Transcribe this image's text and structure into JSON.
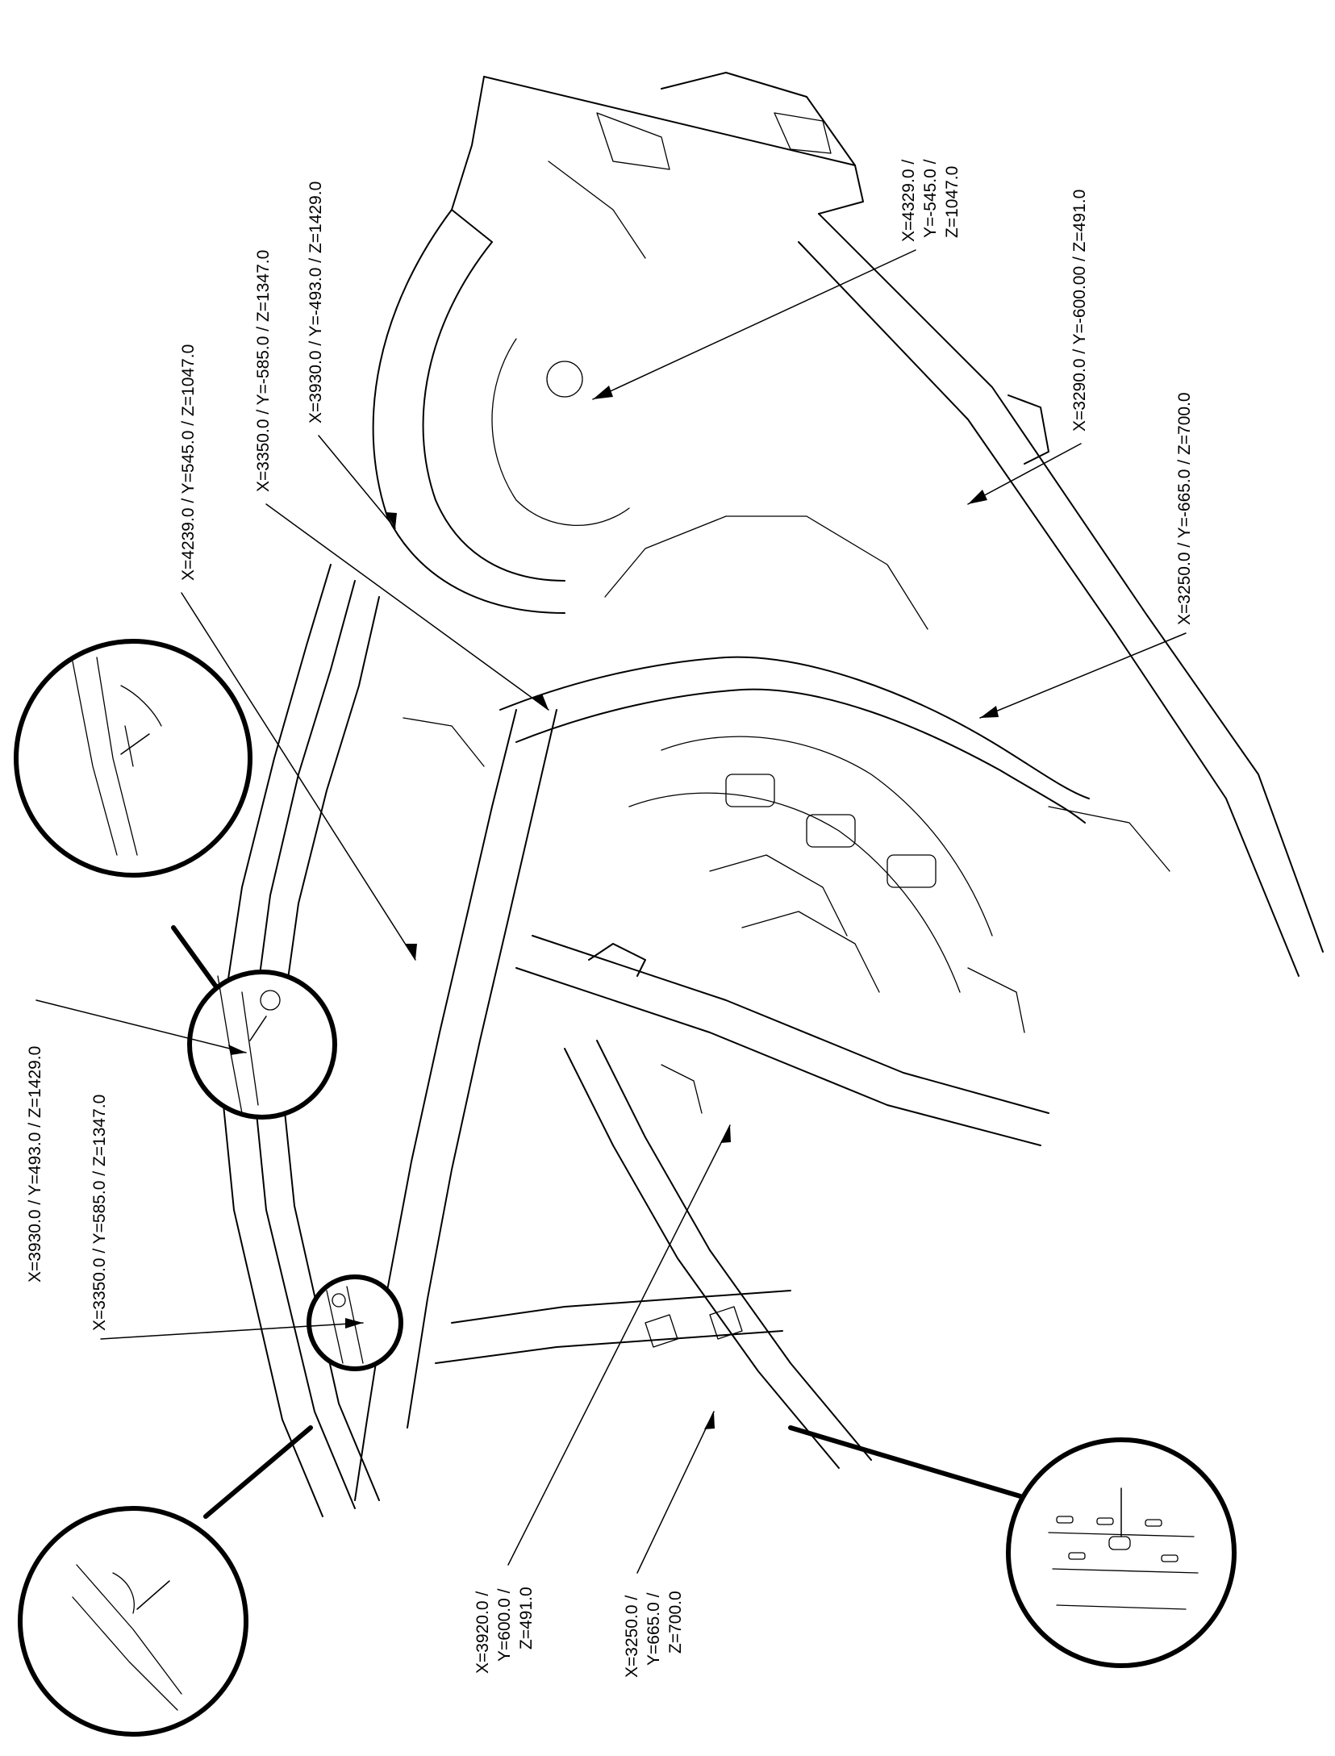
{
  "callouts": [
    {
      "id": "c1",
      "text": "X=4329.0 /"
    },
    {
      "id": "c2",
      "text": "Y=-545.0 /"
    },
    {
      "id": "c3",
      "text": "Z=1047.0"
    },
    {
      "id": "c4",
      "text": "X=3290.0 / Y=-600.00 / Z=491.0"
    },
    {
      "id": "c5",
      "text": "X=3930.0 / Y=-493.0 / Z=1429.0"
    },
    {
      "id": "c6",
      "text": "X=3350.0 / Y=-585.0 / Z=1347.0"
    },
    {
      "id": "c7",
      "text": "X=4239.0 / Y=545.0 / Z=1047.0"
    },
    {
      "id": "c8",
      "text": "X=3250.0 / Y=-665.0 / Z=700.0"
    },
    {
      "id": "c9",
      "text": "X=3930.0 / Y=493.0 / Z=1429.0"
    },
    {
      "id": "c10",
      "text": "X=3350.0 / Y=585.0 / Z=1347.0"
    },
    {
      "id": "c11",
      "text": "X=3920.0 /"
    },
    {
      "id": "c12",
      "text": "Y=600.0 /"
    },
    {
      "id": "c13",
      "text": "Z=491.0"
    },
    {
      "id": "c14",
      "text": "X=3250.0 /"
    },
    {
      "id": "c15",
      "text": "Y=665.0 /"
    },
    {
      "id": "c16",
      "text": "Z=700.0"
    }
  ]
}
